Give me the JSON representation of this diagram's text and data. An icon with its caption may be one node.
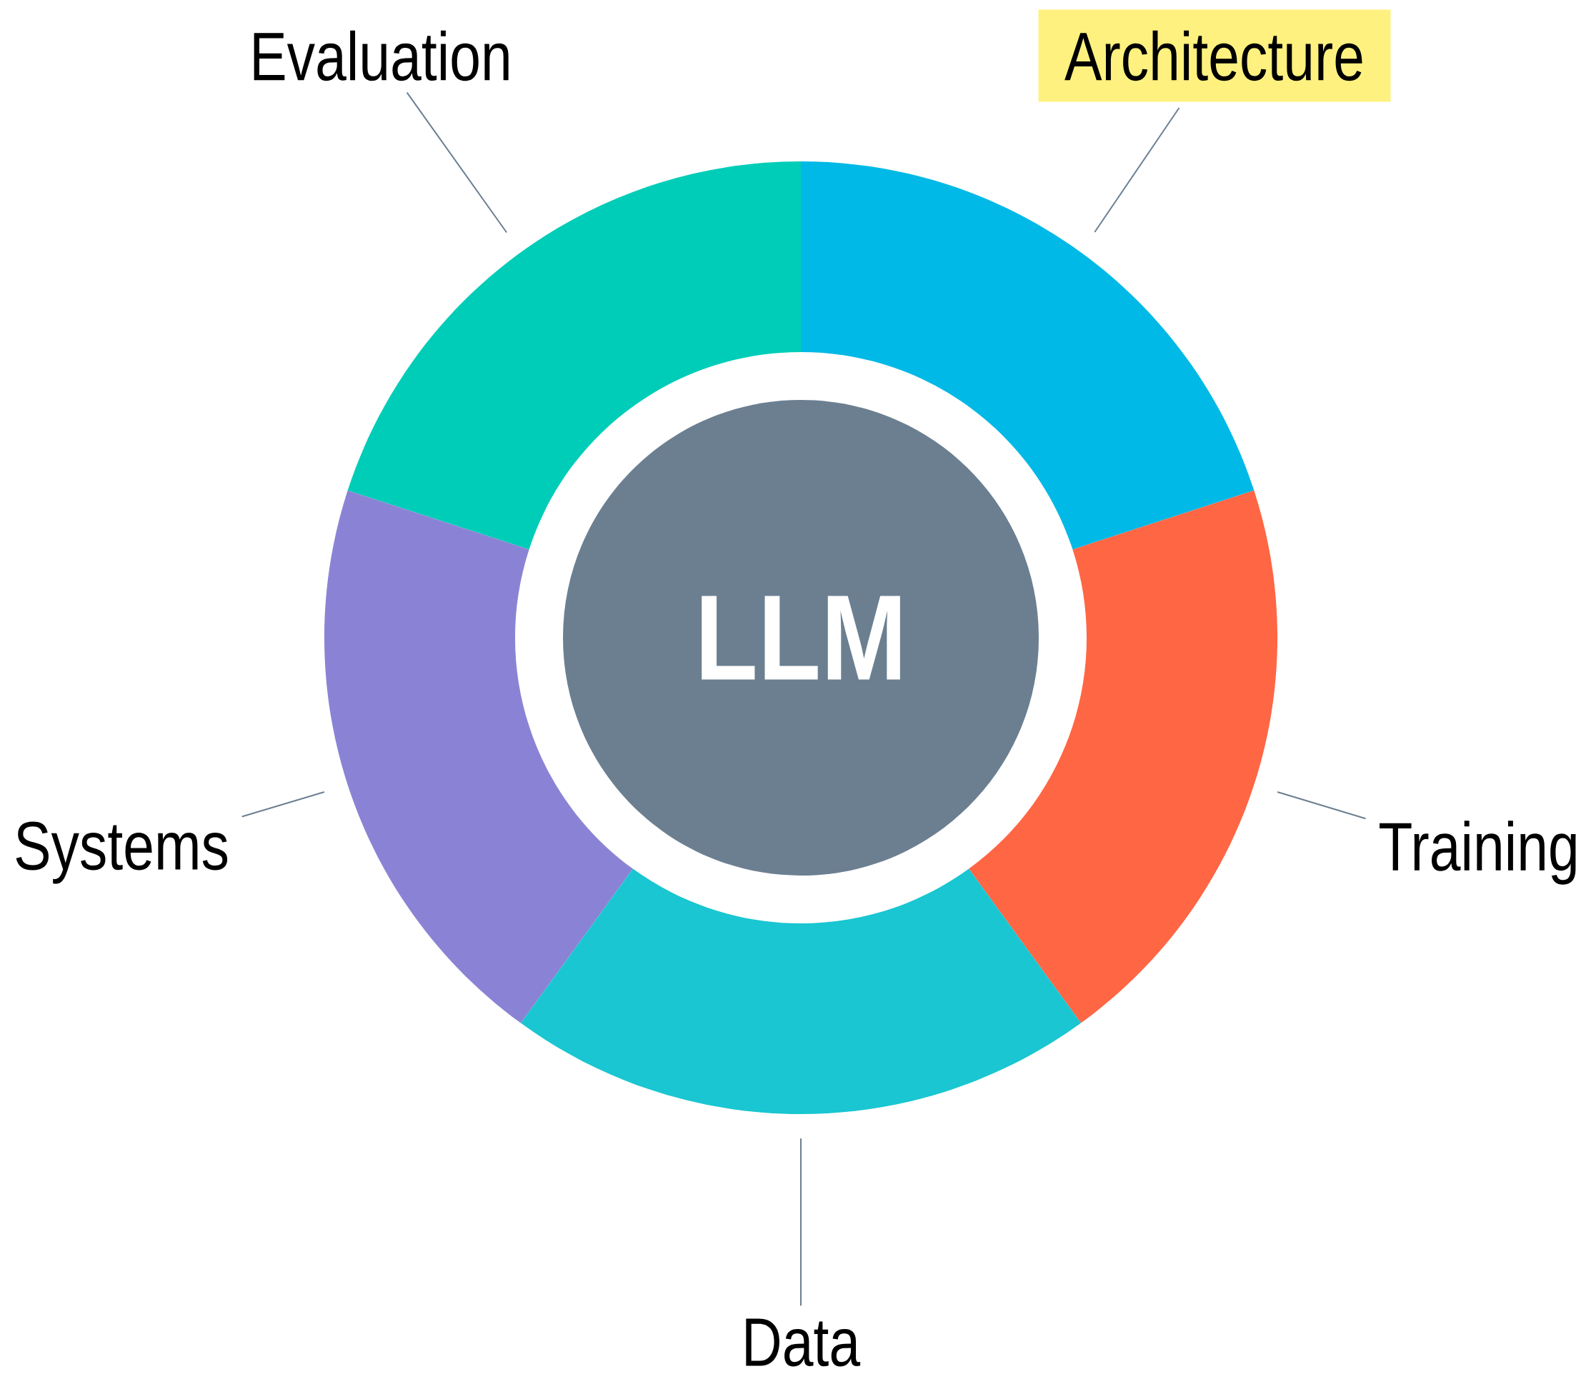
{
  "diagram": {
    "nodes": [
      {
        "text": [
          "Evaluation"
        ]
      },
      {
        "text": [
          "Architecture"
        ]
      },
      {
        "text": [],
        "shape": "segment"
      },
      {
        "text": [],
        "shape": "segment"
      },
      {
        "text": [
          "LLM"
        ]
      },
      {
        "text": [],
        "shape": "segment"
      },
      {
        "text": [],
        "shape": "segment"
      },
      {
        "text": [
          "Systems"
        ]
      },
      {
        "text": [
          "Training"
        ]
      },
      {
        "text": [],
        "shape": "segment"
      },
      {
        "text": [
          "Data"
        ]
      }
    ],
    "edges": [
      {
        "from": 0,
        "to": 2,
        "arrow": "none"
      },
      {
        "from": 1,
        "to": 3,
        "arrow": "none"
      },
      {
        "from": 7,
        "to": 5,
        "arrow": "none"
      },
      {
        "from": 8,
        "to": 6,
        "arrow": "none"
      },
      {
        "from": 10,
        "to": 9,
        "arrow": "none"
      }
    ]
  }
}
